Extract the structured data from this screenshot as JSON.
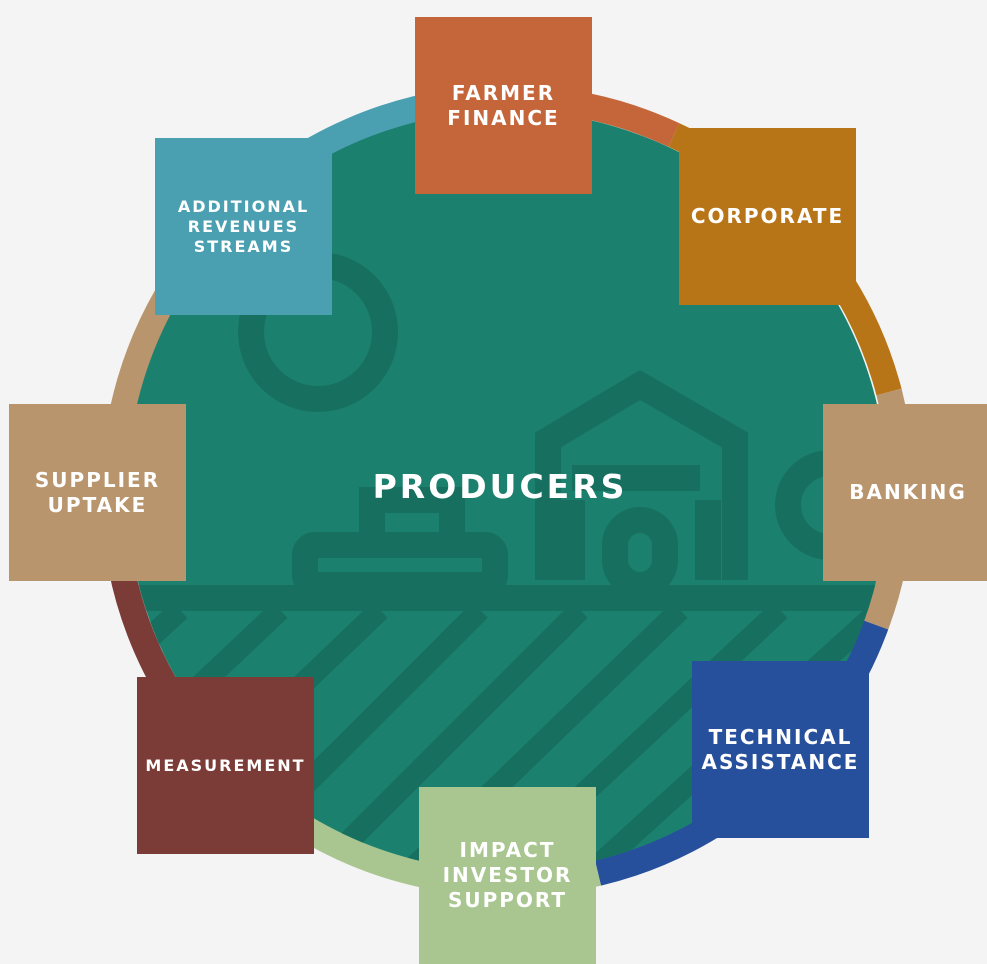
{
  "center": {
    "label": "PRODUCERS"
  },
  "nodes": {
    "farmer_finance": {
      "label": "FARMER\nFINANCE",
      "color": "#c4663a"
    },
    "corporate": {
      "label": "CORPORATE",
      "color": "#b77518"
    },
    "banking": {
      "label": "BANKING",
      "color": "#b8956d"
    },
    "technical_assistance": {
      "label": "TECHNICAL\nASSISTANCE",
      "color": "#27509c"
    },
    "impact_investor_support": {
      "label": "IMPACT\nINVESTOR\nSUPPORT",
      "color": "#a9c690"
    },
    "measurement": {
      "label": "MEASUREMENT",
      "color": "#7b3b36"
    },
    "supplier_uptake": {
      "label": "SUPPLIER\nUPTAKE",
      "color": "#b8956d"
    },
    "additional_revenues_streams": {
      "label": "ADDITIONAL\nREVENUES\nSTREAMS",
      "color": "#4a9fb1"
    }
  },
  "colors": {
    "background": "#f4f4f4",
    "circle_fill": "#1c806e",
    "circle_pattern": "#17705f"
  }
}
